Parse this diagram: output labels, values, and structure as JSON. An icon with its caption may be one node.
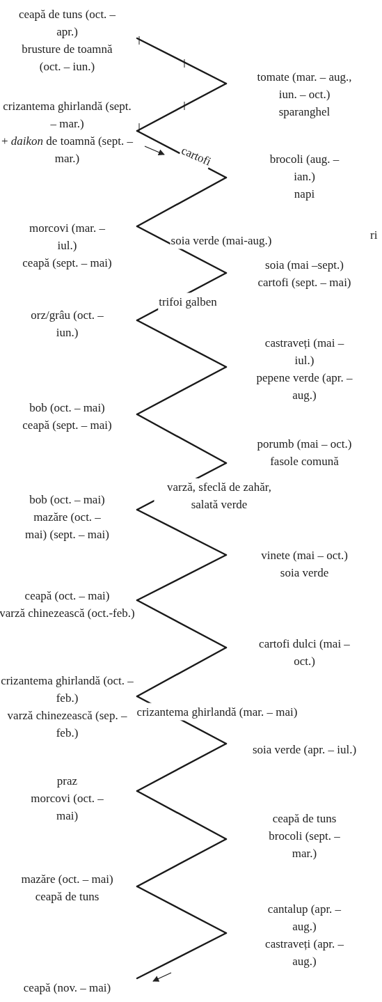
{
  "diagram": {
    "nodes": [
      {
        "text": [
          "ceapă de tuns (oct. – apr.)",
          "brusture de toamnă (oct. – iun.)"
        ]
      },
      {
        "text": [
          "tomate (mar. – aug., iun. – oct.)",
          "sparanghel"
        ]
      },
      {
        "text": [
          "crizantema ghirlandă (sept. – mar.)",
          "+ *daikon* de toamnă (sept. – mar.)"
        ]
      },
      {
        "text": [
          "brocoli (aug. – ian.)",
          "napi"
        ]
      },
      {
        "text": [
          "morcovi (mar. – iul.)",
          "ceapă (sept. – mai)"
        ]
      },
      {
        "text": [
          "soia (mai –sept.)",
          "cartofi (sept. – mai)"
        ]
      },
      {
        "text": [
          "orz/grâu (oct. – iun.)"
        ]
      },
      {
        "text": [
          "castraveți (mai – iul.)",
          "pepene verde (apr. – aug.)"
        ]
      },
      {
        "text": [
          "bob (oct. – mai)",
          "ceapă (sept. – mai)"
        ]
      },
      {
        "text": [
          "porumb (mai – oct.)",
          "fasole comună"
        ]
      },
      {
        "text": [
          "bob (oct. – mai)",
          "mazăre (oct. – mai) (sept. – mai)"
        ]
      },
      {
        "text": [
          "vinete (mai – oct.)",
          "soia verde"
        ]
      },
      {
        "text": [
          "ceapă (oct. – mai)",
          "varză chinezească (oct.-feb.)"
        ]
      },
      {
        "text": [
          "cartofi dulci (mai – oct.)"
        ]
      },
      {
        "text": [
          "crizantema ghirlandă (oct. – feb.)",
          "varză chinezească (sep. – feb.)"
        ]
      },
      {
        "text": [
          "soia verde (apr. – iul.)"
        ]
      },
      {
        "text": [
          "praz",
          "morcovi (oct. – mai)"
        ]
      },
      {
        "text": [
          "ceapă de tuns",
          "brocoli (sept. – mar.)"
        ]
      },
      {
        "text": [
          "mazăre (oct. – mai)",
          "ceapă de tuns"
        ]
      },
      {
        "text": [
          "cantalup (apr. – aug.)",
          "castraveți (apr. – aug.)"
        ]
      },
      {
        "text": [
          "ceapă (nov. – mai)"
        ]
      }
    ],
    "edges": [
      {
        "from": 0,
        "to": 1,
        "arrow": "none"
      },
      {
        "from": 1,
        "to": 2,
        "arrow": "none"
      },
      {
        "from": 2,
        "to": 3,
        "arrow": "none",
        "label": "cartofi"
      },
      {
        "from": 3,
        "to": 4,
        "arrow": "none"
      },
      {
        "from": 4,
        "to": 5,
        "arrow": "none",
        "label": "soia verde (mai-aug.)"
      },
      {
        "from": 5,
        "to": 6,
        "arrow": "none",
        "label": "trifoi galben"
      },
      {
        "from": 6,
        "to": 7,
        "arrow": "none"
      },
      {
        "from": 7,
        "to": 8,
        "arrow": "none"
      },
      {
        "from": 8,
        "to": 9,
        "arrow": "none"
      },
      {
        "from": 9,
        "to": 10,
        "arrow": "none",
        "label": "varză, sfeclă de zahăr, salată verde"
      },
      {
        "from": 10,
        "to": 11,
        "arrow": "none"
      },
      {
        "from": 11,
        "to": 12,
        "arrow": "none"
      },
      {
        "from": 12,
        "to": 13,
        "arrow": "none"
      },
      {
        "from": 13,
        "to": 14,
        "arrow": "none"
      },
      {
        "from": 14,
        "to": 15,
        "arrow": "none",
        "label": "crizantema ghirlandă (mar. – mai)"
      },
      {
        "from": 15,
        "to": 16,
        "arrow": "none"
      },
      {
        "from": 16,
        "to": 17,
        "arrow": "none"
      },
      {
        "from": 17,
        "to": 18,
        "arrow": "none"
      },
      {
        "from": 18,
        "to": 19,
        "arrow": "none"
      },
      {
        "from": 19,
        "to": 20,
        "arrow": "none"
      }
    ],
    "labels": [
      "ri"
    ]
  }
}
